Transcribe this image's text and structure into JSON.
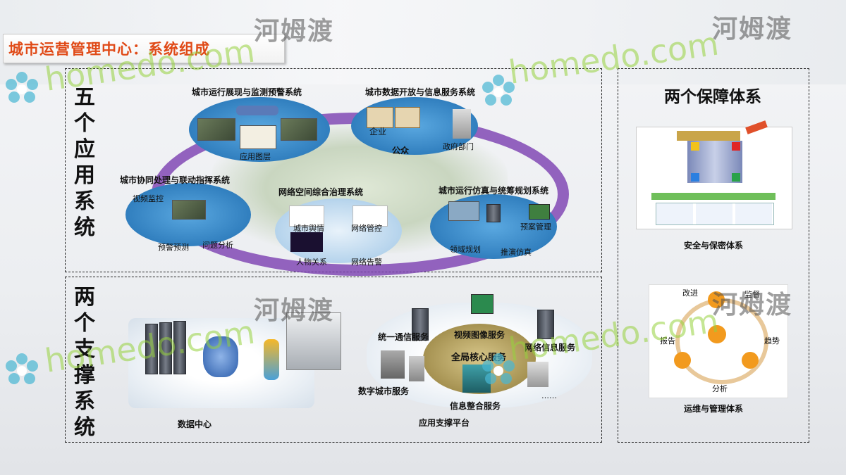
{
  "title": "城市运营管理中心：系统组成",
  "watermark": {
    "cn": "河姆渡",
    "en": "homedo.com"
  },
  "apps": {
    "heading": "五个应用系统",
    "systems": [
      {
        "name": "城市运行展现与监测预警系统",
        "items": [
          "应用图层"
        ]
      },
      {
        "name": "城市数据开放与信息服务系统",
        "items": [
          "企业",
          "公众",
          "政府部门"
        ]
      },
      {
        "name": "城市协同处理与联动指挥系统",
        "items": [
          "视频监控",
          "预警预测",
          "问题分析"
        ]
      },
      {
        "name": "网络空间综合治理系统",
        "items": [
          "城市舆情",
          "网络管控",
          "人物关系",
          "网络告警"
        ]
      },
      {
        "name": "城市运行仿真与统筹规划系统",
        "items": [
          "预案管理",
          "领域规划",
          "推演仿真"
        ]
      }
    ]
  },
  "support": {
    "heading": "两个支撑系统",
    "datacenter": "数据中心",
    "platform": {
      "name": "应用支撑平台",
      "services": [
        "视频图像服务",
        "统一通信服务",
        "网络信息服务",
        "全局核心服务",
        "数字城市服务",
        "信息整合服务",
        "……"
      ]
    }
  },
  "guarantee": {
    "heading": "两个保障体系",
    "security": "安全与保密体系",
    "ops": "运维与管理体系",
    "ops_labels": [
      "改进",
      "监督",
      "报告",
      "趋势",
      "分析"
    ]
  },
  "colors": {
    "title": "#e04a17",
    "ring": "#7a3fb0",
    "oval": "#2f86c9",
    "accent": "#f29a1e"
  }
}
